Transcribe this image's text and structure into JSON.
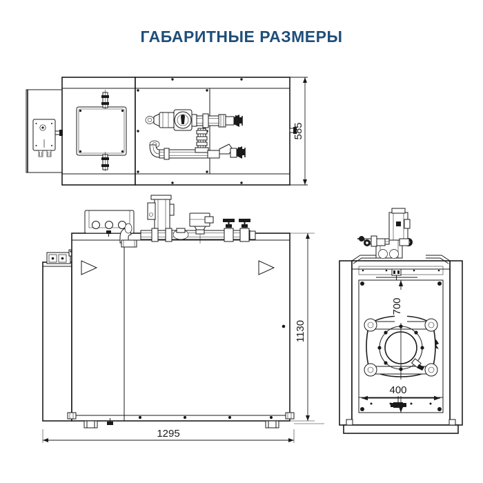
{
  "page": {
    "title": "ГАБАРИТНЫЕ РАЗМЕРЫ",
    "title_color": "#1f4e79",
    "background": "#ffffff",
    "line_color": "#1a1a1a",
    "type": "technical-dimension-drawing"
  },
  "dimensions": {
    "top_view_height": "585",
    "front_view_height": "1130",
    "front_view_width": "1295",
    "side_view_height": "700",
    "side_view_width": "400",
    "units": "mm"
  },
  "views": {
    "top": {
      "name": "top-view",
      "dimension_label": "585"
    },
    "front": {
      "name": "front-view",
      "height_label": "1130",
      "width_label": "1295"
    },
    "side": {
      "name": "side-view",
      "height_label": "700",
      "width_label": "400"
    }
  },
  "chart_data": {
    "type": "table",
    "title": "ГАБАРИТНЫЕ РАЗМЕРЫ",
    "categories": [
      "585",
      "1130",
      "1295",
      "700",
      "400"
    ],
    "values": [
      585,
      1130,
      1295,
      700,
      400
    ],
    "xlabel": "",
    "ylabel": "",
    "annotations": [
      {
        "label": "585",
        "view": "top-view",
        "orientation": "vertical"
      },
      {
        "label": "1130",
        "view": "front-view",
        "orientation": "vertical"
      },
      {
        "label": "1295",
        "view": "front-view",
        "orientation": "horizontal"
      },
      {
        "label": "700",
        "view": "side-view",
        "orientation": "vertical"
      },
      {
        "label": "400",
        "view": "side-view",
        "orientation": "horizontal"
      }
    ]
  }
}
